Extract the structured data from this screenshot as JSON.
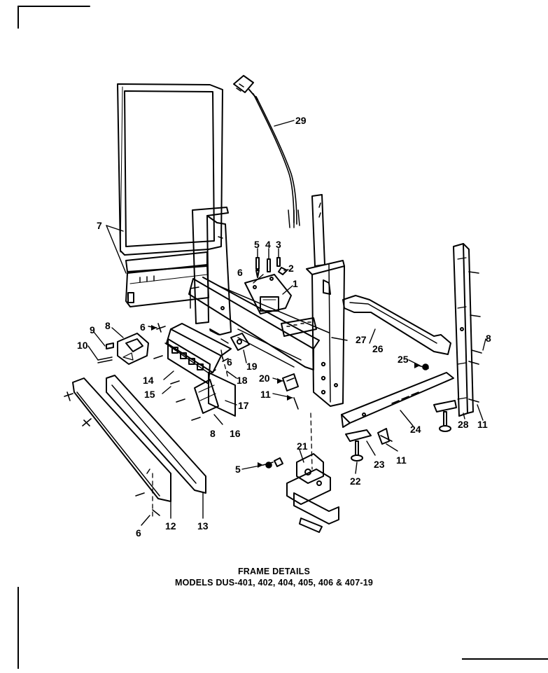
{
  "caption": {
    "title": "FRAME DETAILS",
    "models": "MODELS DUS-401, 402, 404, 405, 406 & 407-19"
  },
  "callouts": [
    {
      "id": "c7",
      "text": "7"
    },
    {
      "id": "c29",
      "text": "29"
    },
    {
      "id": "c5a",
      "text": "5"
    },
    {
      "id": "c4",
      "text": "4"
    },
    {
      "id": "c3",
      "text": "3"
    },
    {
      "id": "c2",
      "text": "2"
    },
    {
      "id": "c1",
      "text": "1"
    },
    {
      "id": "c6a",
      "text": "6"
    },
    {
      "id": "c6b",
      "text": "6"
    },
    {
      "id": "c8a",
      "text": "8"
    },
    {
      "id": "c9",
      "text": "9"
    },
    {
      "id": "c10",
      "text": "10"
    },
    {
      "id": "c6c",
      "text": "6"
    },
    {
      "id": "c14",
      "text": "14"
    },
    {
      "id": "c15",
      "text": "15"
    },
    {
      "id": "c18",
      "text": "18"
    },
    {
      "id": "c19",
      "text": "19"
    },
    {
      "id": "c17",
      "text": "17"
    },
    {
      "id": "c16",
      "text": "16"
    },
    {
      "id": "c8b",
      "text": "8"
    },
    {
      "id": "c20",
      "text": "20"
    },
    {
      "id": "c11a",
      "text": "11"
    },
    {
      "id": "c27",
      "text": "27"
    },
    {
      "id": "c26",
      "text": "26"
    },
    {
      "id": "c25",
      "text": "25"
    },
    {
      "id": "c8c",
      "text": "8"
    },
    {
      "id": "c28",
      "text": "28"
    },
    {
      "id": "c11b",
      "text": "11"
    },
    {
      "id": "c24",
      "text": "24"
    },
    {
      "id": "c11c",
      "text": "11"
    },
    {
      "id": "c23",
      "text": "23"
    },
    {
      "id": "c22",
      "text": "22"
    },
    {
      "id": "c21",
      "text": "21"
    },
    {
      "id": "c5b",
      "text": "5"
    },
    {
      "id": "c6d",
      "text": "6"
    },
    {
      "id": "c12",
      "text": "12"
    },
    {
      "id": "c13",
      "text": "13"
    }
  ]
}
